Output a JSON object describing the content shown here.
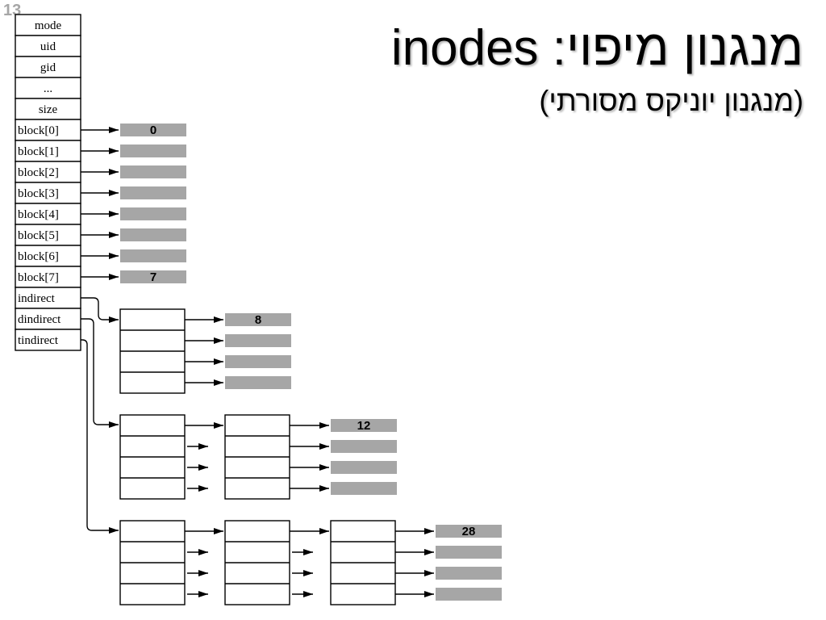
{
  "slide": {
    "number": "13",
    "title": "מנגנון מיפוי: inodes",
    "subtitle": "(מנגנון יוניקס מסורתי)"
  },
  "inode": {
    "fields": [
      "mode",
      "uid",
      "gid",
      "...",
      "size"
    ],
    "block_pointers": [
      "block[0]",
      "block[1]",
      "block[2]",
      "block[3]",
      "block[4]",
      "block[5]",
      "block[6]",
      "block[7]"
    ],
    "indirect_pointers": [
      "indirect",
      "dindirect",
      "tindirect"
    ]
  },
  "direct_blocks": {
    "labels": [
      "0",
      "",
      "",
      "",
      "",
      "",
      "",
      "7"
    ]
  },
  "indirect_tree": {
    "first_block_label": "8"
  },
  "double_indirect_tree": {
    "first_block_label": "12"
  },
  "triple_indirect_tree": {
    "first_block_label": "28"
  },
  "colors": {
    "data_block": "#a6a6a6",
    "line": "#000000",
    "slide_number": "#a6a6a6"
  }
}
